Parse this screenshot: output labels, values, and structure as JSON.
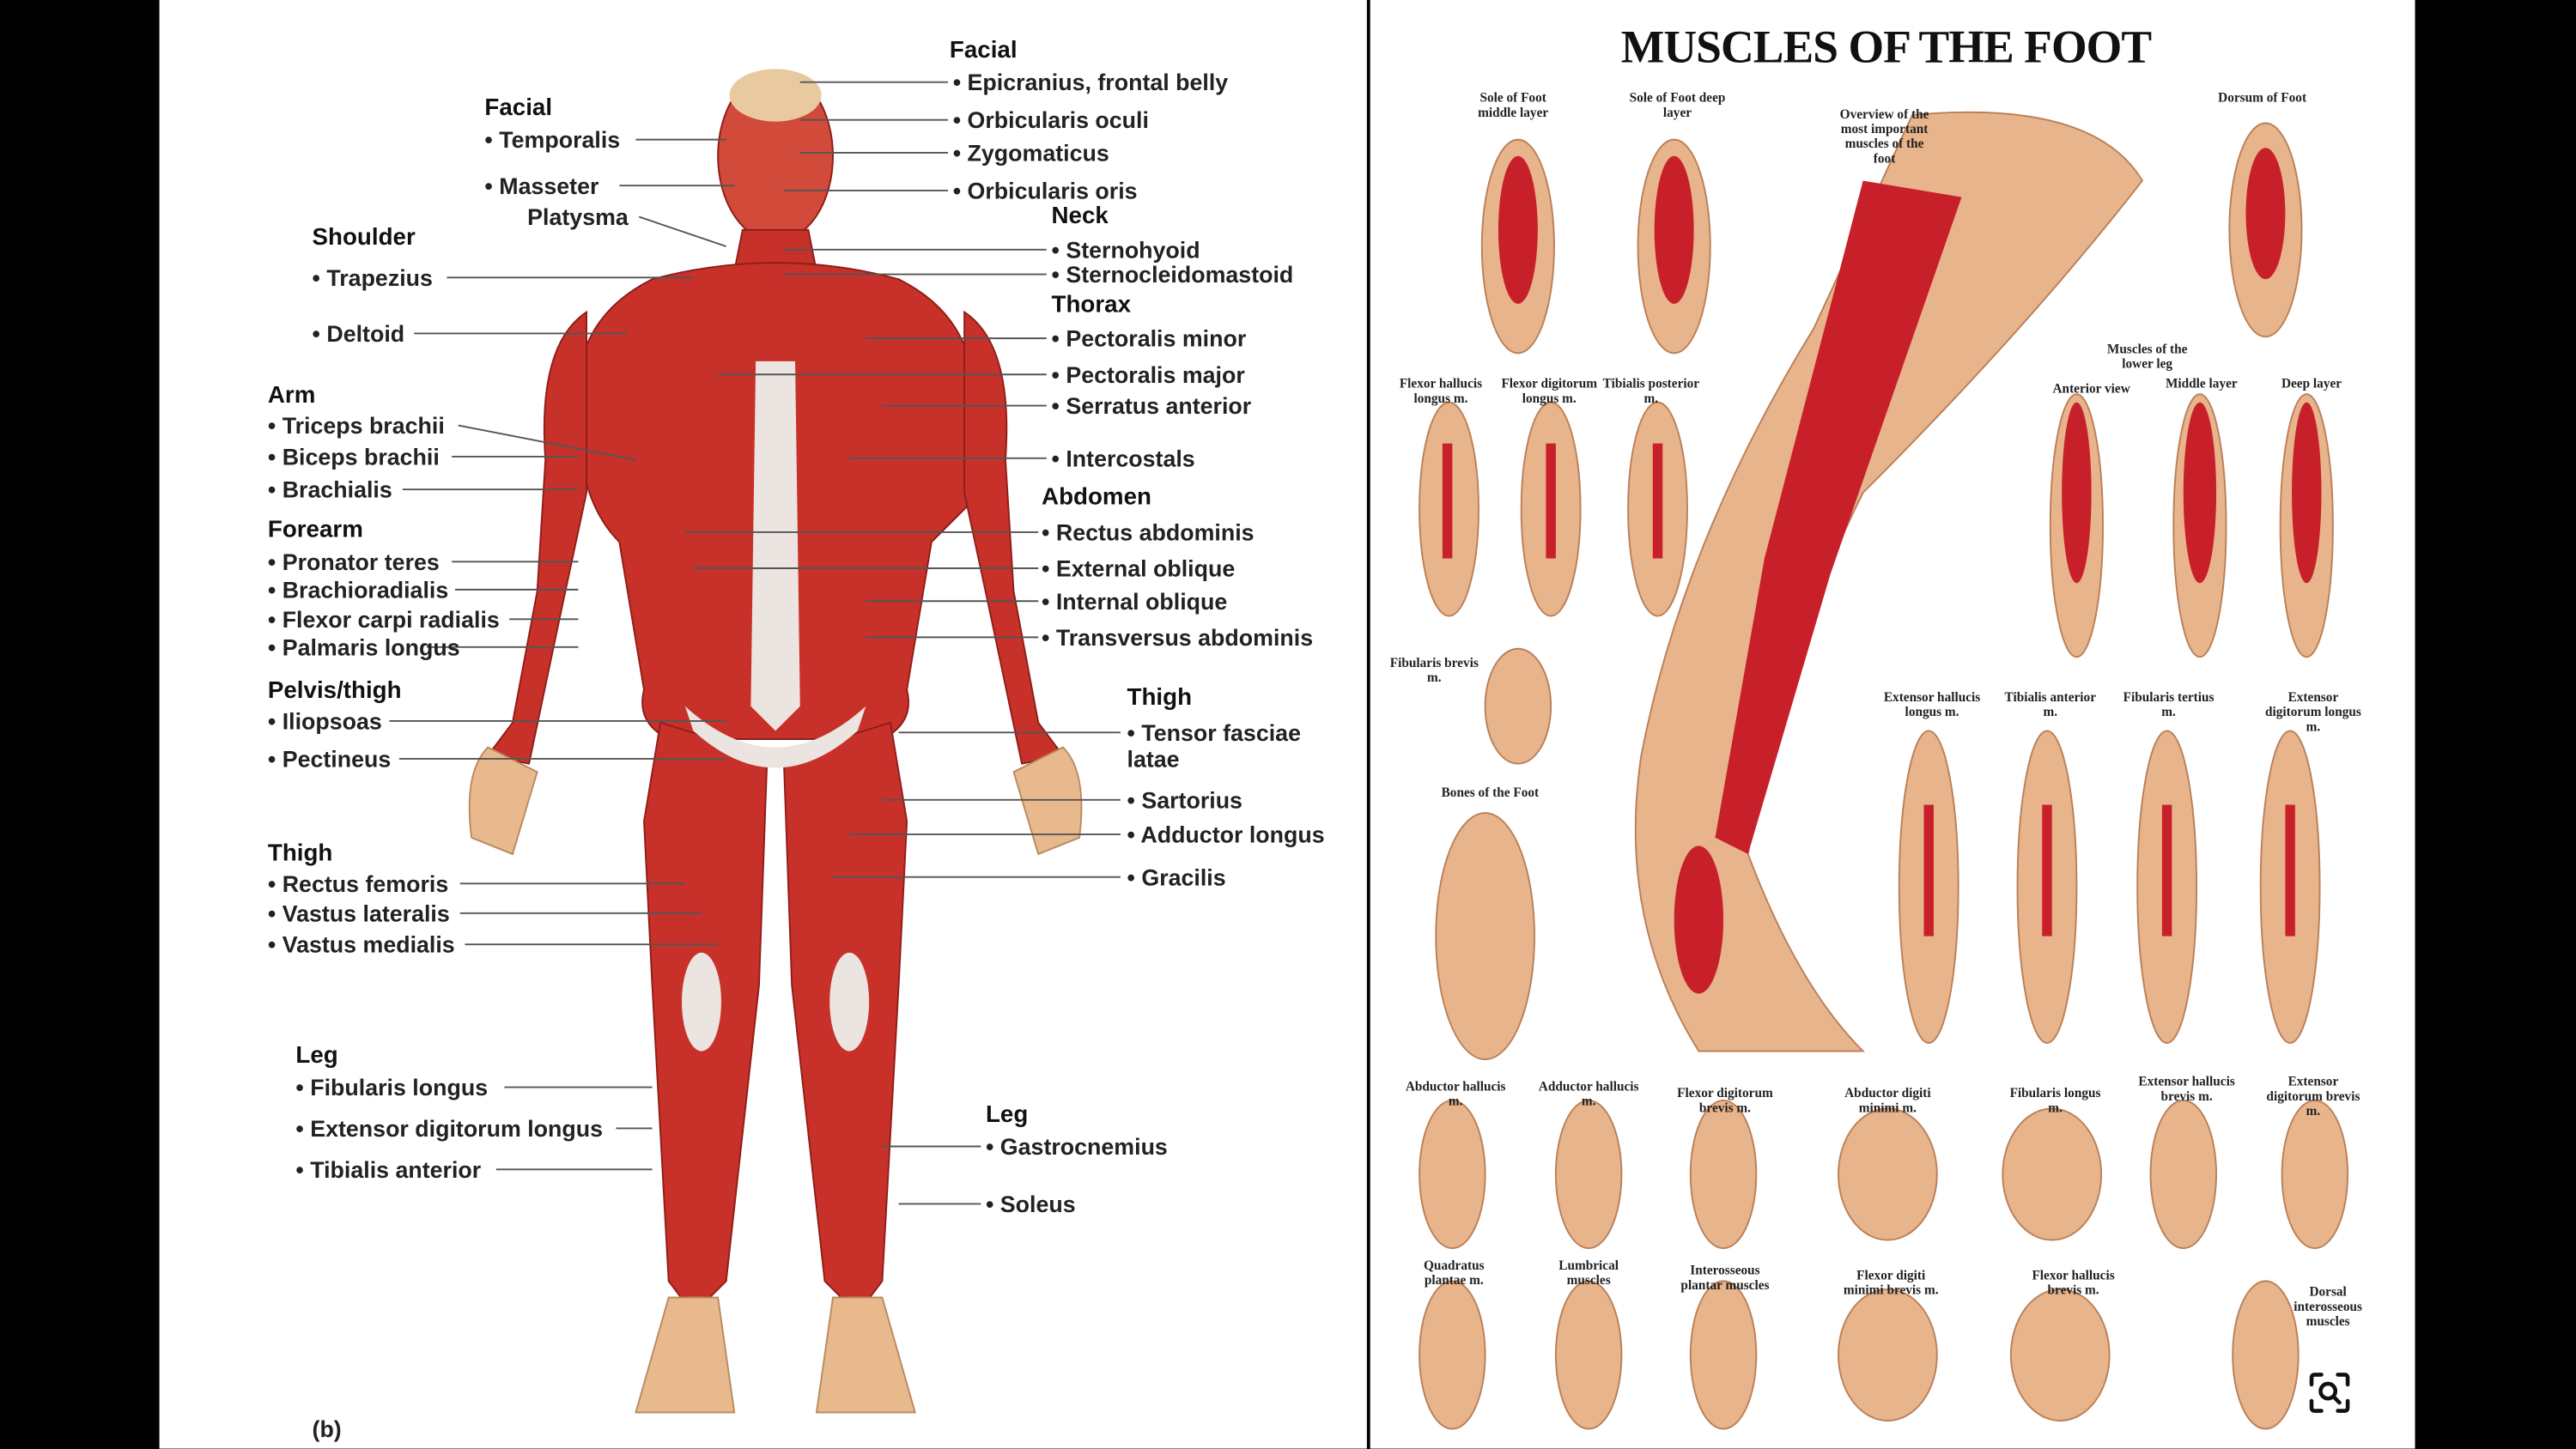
{
  "viewer": {
    "lens_icon": "visual-search-icon"
  },
  "left_image": {
    "part_label": "(b)",
    "groups": [
      {
        "heading": "Facial",
        "items": [
          "Epicranius, frontal belly",
          "Orbicularis oculi",
          "Zygomaticus",
          "Orbicularis oris"
        ]
      },
      {
        "heading": "Facial",
        "items": [
          "Temporalis",
          "Masseter"
        ],
        "extra": "Platysma"
      },
      {
        "heading": "Shoulder",
        "items": [
          "Trapezius",
          "Deltoid"
        ]
      },
      {
        "heading": "Neck",
        "items": [
          "Sternohyoid",
          "Sternocleidomastoid"
        ]
      },
      {
        "heading": "Thorax",
        "items": [
          "Pectoralis minor",
          "Pectoralis major",
          "Serratus anterior",
          "Intercostals"
        ]
      },
      {
        "heading": "Abdomen",
        "items": [
          "Rectus abdominis",
          "External oblique",
          "Internal oblique",
          "Transversus abdominis"
        ]
      },
      {
        "heading": "Arm",
        "items": [
          "Triceps brachii",
          "Biceps brachii",
          "Brachialis"
        ]
      },
      {
        "heading": "Forearm",
        "items": [
          "Pronator teres",
          "Brachioradialis",
          "Flexor carpi radialis",
          "Palmaris longus"
        ]
      },
      {
        "heading": "Pelvis/thigh",
        "items": [
          "Iliopsoas",
          "Pectineus"
        ]
      },
      {
        "heading": "Thigh",
        "items": [
          "Tensor fasciae latae",
          "Sartorius",
          "Adductor longus",
          "Gracilis"
        ]
      },
      {
        "heading": "Thigh",
        "items": [
          "Rectus femoris",
          "Vastus lateralis",
          "Vastus medialis"
        ]
      },
      {
        "heading": "Leg",
        "items": [
          "Fibularis longus",
          "Extensor digitorum longus",
          "Tibialis anterior"
        ]
      },
      {
        "heading": "Leg",
        "items": [
          "Gastrocnemius",
          "Soleus"
        ]
      }
    ]
  },
  "right_image": {
    "title": "MUSCLES OF THE FOOT",
    "captions": [
      "Sole of Foot middle layer",
      "Sole of Foot deep layer",
      "Overview of the most important muscles of the foot",
      "Dorsum of Foot",
      "Muscles of the lower leg",
      "Anterior view",
      "Middle layer",
      "Deep layer",
      "Flexor hallucis longus m.",
      "Flexor digitorum longus m.",
      "Tibialis posterior m.",
      "Fibularis brevis m.",
      "Bones of the Foot",
      "Extensor hallucis longus m.",
      "Tibialis anterior m.",
      "Fibularis tertius m.",
      "Extensor digitorum longus m.",
      "Abductor hallucis m.",
      "Adductor hallucis m.",
      "Flexor digitorum brevis m.",
      "Abductor digiti minimi m.",
      "Fibularis longus m.",
      "Extensor hallucis brevis m.",
      "Extensor digitorum brevis m.",
      "Quadratus plantae m.",
      "Lumbrical muscles",
      "Interosseous plantar muscles",
      "Flexor digiti minimi brevis m.",
      "Flexor hallucis brevis m.",
      "Dorsal interosseous muscles"
    ]
  }
}
